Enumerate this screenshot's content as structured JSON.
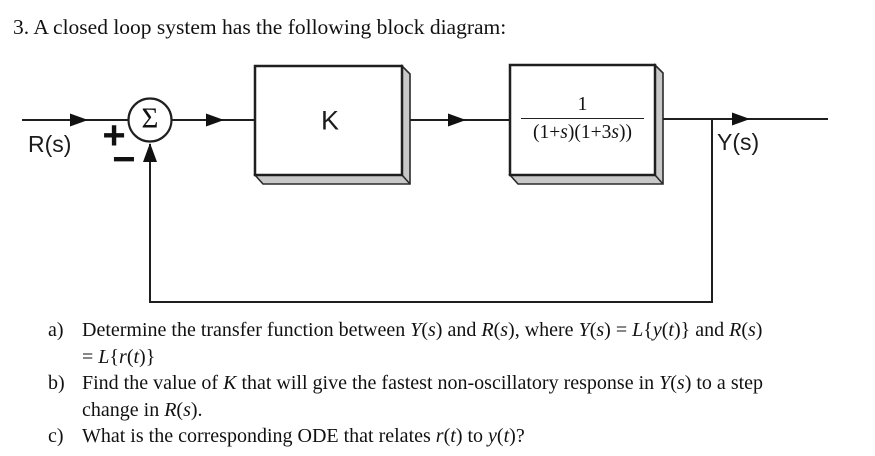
{
  "title": "3. A closed loop system has the following block diagram:",
  "diagram": {
    "input_label": "R(s)",
    "plus": "+",
    "minus": "−",
    "sigma": "Σ",
    "gain_label": "K",
    "tf_numerator": "1",
    "tf_denominator": [
      {
        "t": "(1+"
      },
      {
        "t": "s",
        "i": true
      },
      {
        "t": ")("
      },
      {
        "t": "1+3"
      },
      {
        "t": "s",
        "i": true
      },
      {
        "t": "))"
      }
    ],
    "output_label": "Y(s)",
    "line_color": "#1f1f1f",
    "shadow_color": "#c8c8c8"
  },
  "questions": [
    {
      "label": "a)",
      "lines": [
        [
          {
            "t": "Determine the transfer function between "
          },
          {
            "t": "Y",
            "i": true
          },
          {
            "t": "("
          },
          {
            "t": "s",
            "i": true
          },
          {
            "t": ") and "
          },
          {
            "t": "R",
            "i": true
          },
          {
            "t": "("
          },
          {
            "t": "s",
            "i": true
          },
          {
            "t": "), where "
          },
          {
            "t": "Y",
            "i": true
          },
          {
            "t": "("
          },
          {
            "t": "s",
            "i": true
          },
          {
            "t": ") = "
          },
          {
            "t": "L",
            "i": true
          },
          {
            "t": "{"
          },
          {
            "t": "y",
            "i": true
          },
          {
            "t": "("
          },
          {
            "t": "t",
            "i": true
          },
          {
            "t": ")} and "
          },
          {
            "t": "R",
            "i": true
          },
          {
            "t": "("
          },
          {
            "t": "s",
            "i": true
          },
          {
            "t": ")"
          }
        ],
        [
          {
            "t": "= "
          },
          {
            "t": "L",
            "i": true
          },
          {
            "t": "{"
          },
          {
            "t": "r",
            "i": true
          },
          {
            "t": "("
          },
          {
            "t": "t",
            "i": true
          },
          {
            "t": ")}"
          }
        ]
      ]
    },
    {
      "label": "b)",
      "lines": [
        [
          {
            "t": "Find the value of "
          },
          {
            "t": "K",
            "i": true
          },
          {
            "t": " that will give the fastest non-oscillatory response in "
          },
          {
            "t": "Y",
            "i": true
          },
          {
            "t": "("
          },
          {
            "t": "s",
            "i": true
          },
          {
            "t": ") to a step"
          }
        ],
        [
          {
            "t": "change in "
          },
          {
            "t": "R",
            "i": true
          },
          {
            "t": "("
          },
          {
            "t": "s",
            "i": true
          },
          {
            "t": ")."
          }
        ]
      ]
    },
    {
      "label": "c)",
      "lines": [
        [
          {
            "t": "What is the corresponding ODE that relates "
          },
          {
            "t": "r",
            "i": true
          },
          {
            "t": "("
          },
          {
            "t": "t",
            "i": true
          },
          {
            "t": ") to "
          },
          {
            "t": "y",
            "i": true
          },
          {
            "t": "("
          },
          {
            "t": "t",
            "i": true
          },
          {
            "t": ")?"
          }
        ]
      ]
    }
  ]
}
